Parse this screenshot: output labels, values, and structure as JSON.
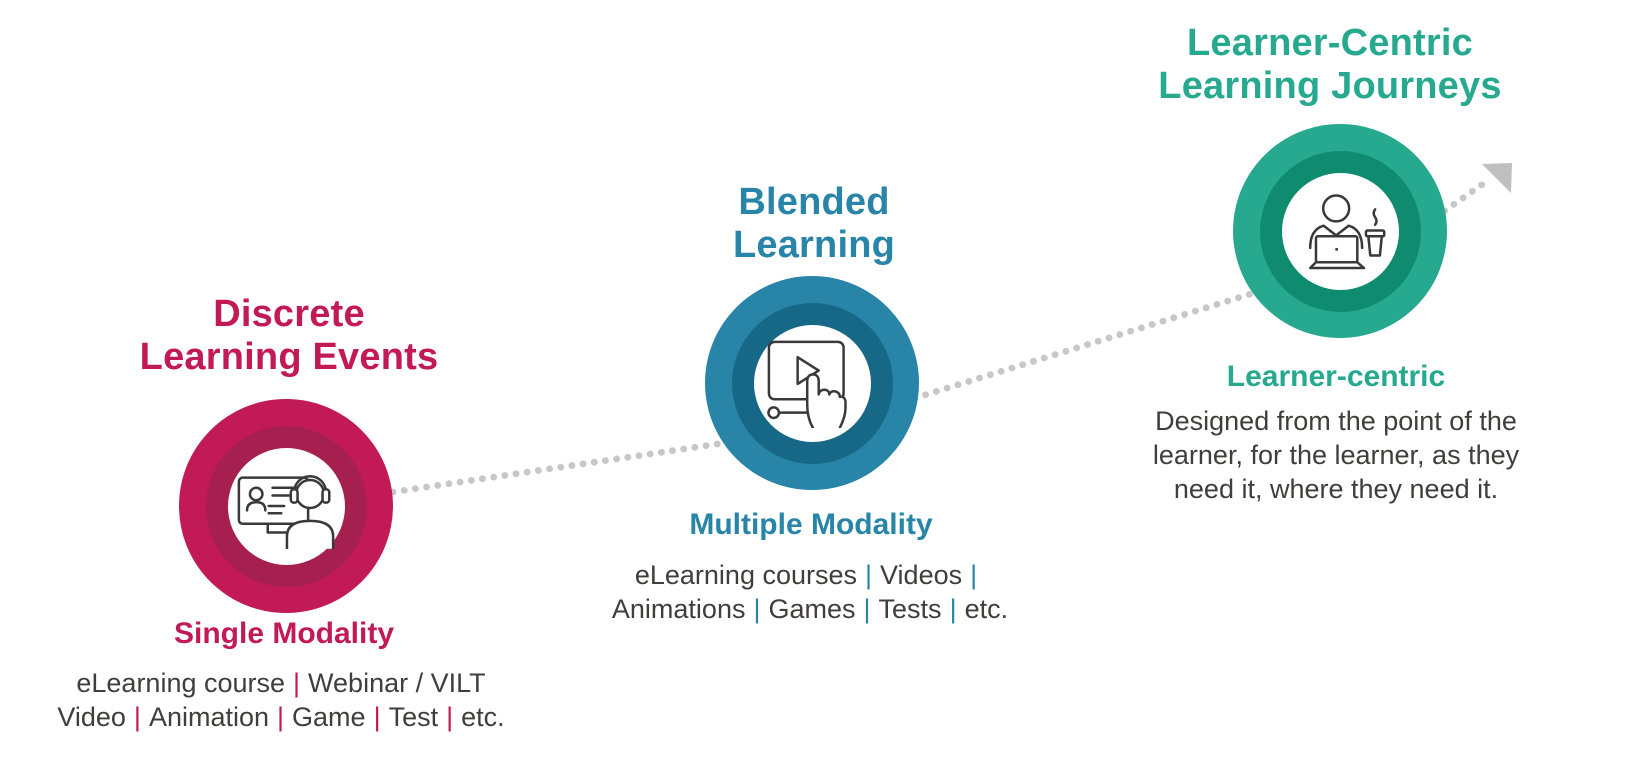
{
  "journey": {
    "dot_color": "#C7C7C7",
    "arrow_color": "#BFBFBF",
    "arrow_icon": "up-right-arrowhead-icon"
  },
  "stages": [
    {
      "name": "discrete-learning-events",
      "title_line1": "Discrete",
      "title_line2": "Learning Events",
      "subtitle": "Single Modality",
      "icon": "webinar-presenter-headset-monitor-icon",
      "color": "#C21A56",
      "color_dark": "#A5204E",
      "items_line1": [
        "eLearning course",
        "Webinar / VILT"
      ],
      "items_line2": [
        "Video",
        "Animation",
        "Game",
        "Test",
        "etc."
      ]
    },
    {
      "name": "blended-learning",
      "title_line1": "Blended",
      "title_line2": "Learning",
      "subtitle": "Multiple Modality",
      "icon": "video-player-click-hand-icon",
      "color": "#2885A8",
      "color_dark": "#176886",
      "items_line1": [
        "eLearning courses",
        "Videos"
      ],
      "items_line1_trailing_sep": "true",
      "items_line2": [
        "Animations",
        "Games",
        "Tests",
        "etc."
      ]
    },
    {
      "name": "learner-centric-learning-journeys",
      "title_line1": "Learner-Centric",
      "title_line2": "Learning Journeys",
      "subtitle": "Learner-centric",
      "icon": "person-laptop-coffee-icon",
      "color": "#27A98F",
      "color_dark": "#0F8B70",
      "description": "Designed from the point of the learner, for the learner, as they need it, where they need it."
    }
  ]
}
